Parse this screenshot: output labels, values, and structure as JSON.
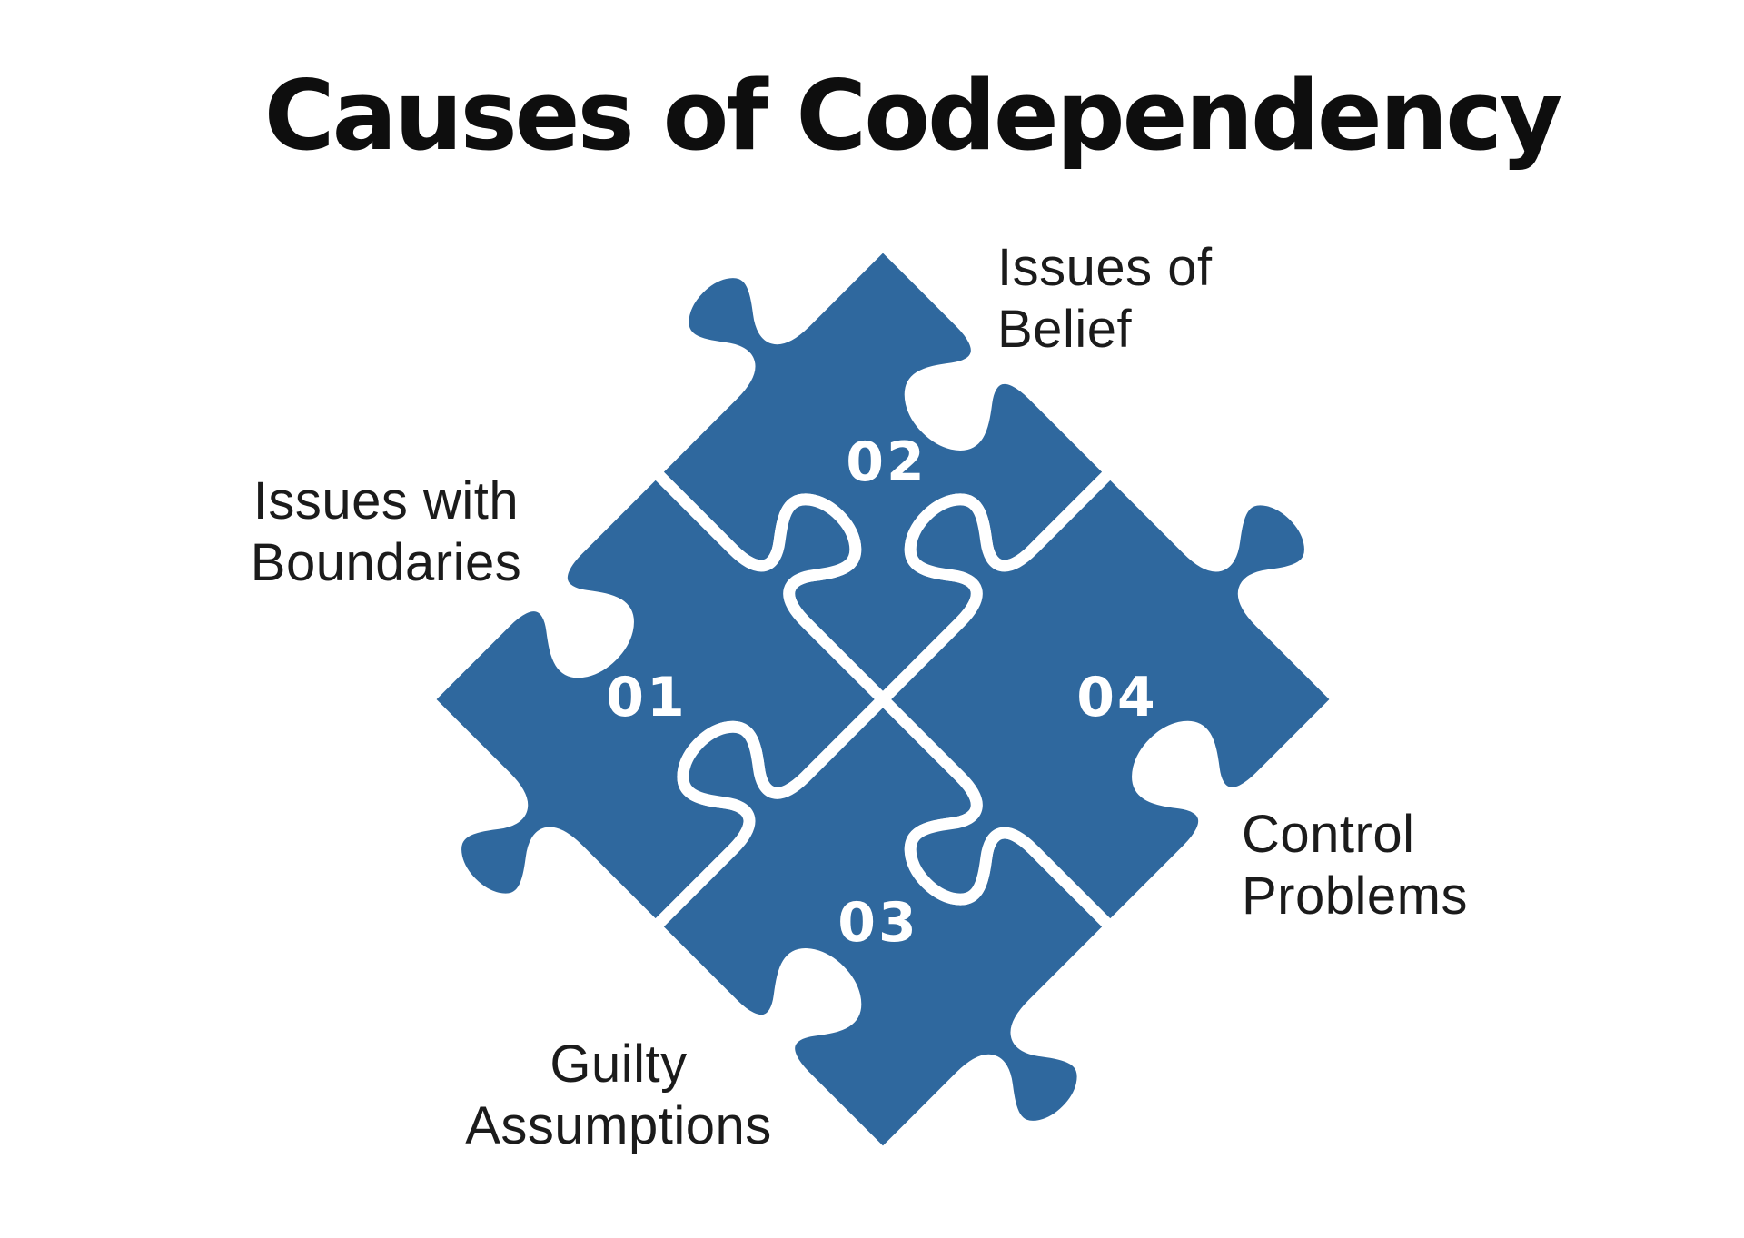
{
  "title": "Causes of Codependency",
  "colors": {
    "puzzle_blue": "#2F689E",
    "seam_white": "#FFFFFF",
    "title_black": "#0E0E0E",
    "label_black": "#1B1B1B",
    "number_white": "#FFFFFF"
  },
  "diagram": {
    "pieces": [
      {
        "number": "01",
        "position": "left",
        "label_lines": [
          "Issues with",
          "Boundaries"
        ]
      },
      {
        "number": "02",
        "position": "top",
        "label_lines": [
          "Issues of",
          "Belief"
        ]
      },
      {
        "number": "03",
        "position": "bottom",
        "label_lines": [
          "Guilty",
          "Assumptions"
        ]
      },
      {
        "number": "04",
        "position": "right",
        "label_lines": [
          "Control",
          "Problems"
        ]
      }
    ]
  }
}
